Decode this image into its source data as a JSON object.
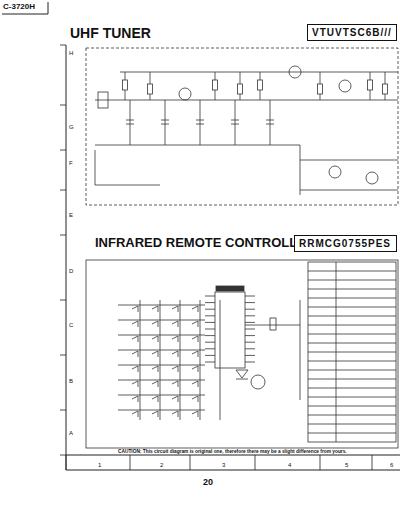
{
  "diagram": {
    "nodes": [
      {
        "text": [
          "VTUVTSC6B///"
        ]
      },
      {
        "text": [
          "RRMCG0755PES"
        ]
      }
    ],
    "labels": [
      "C-3720H",
      "UHF TUNER",
      "INFRARED REMOTE CONTROLLER",
      "H",
      "G",
      "F",
      "E",
      "D",
      "C",
      "B",
      "A",
      "CAUTION: This circuit diagram is original one, therefore there may be a slight difference from yours.",
      "1",
      "2",
      "3",
      "4",
      "5",
      "6",
      "20"
    ]
  }
}
